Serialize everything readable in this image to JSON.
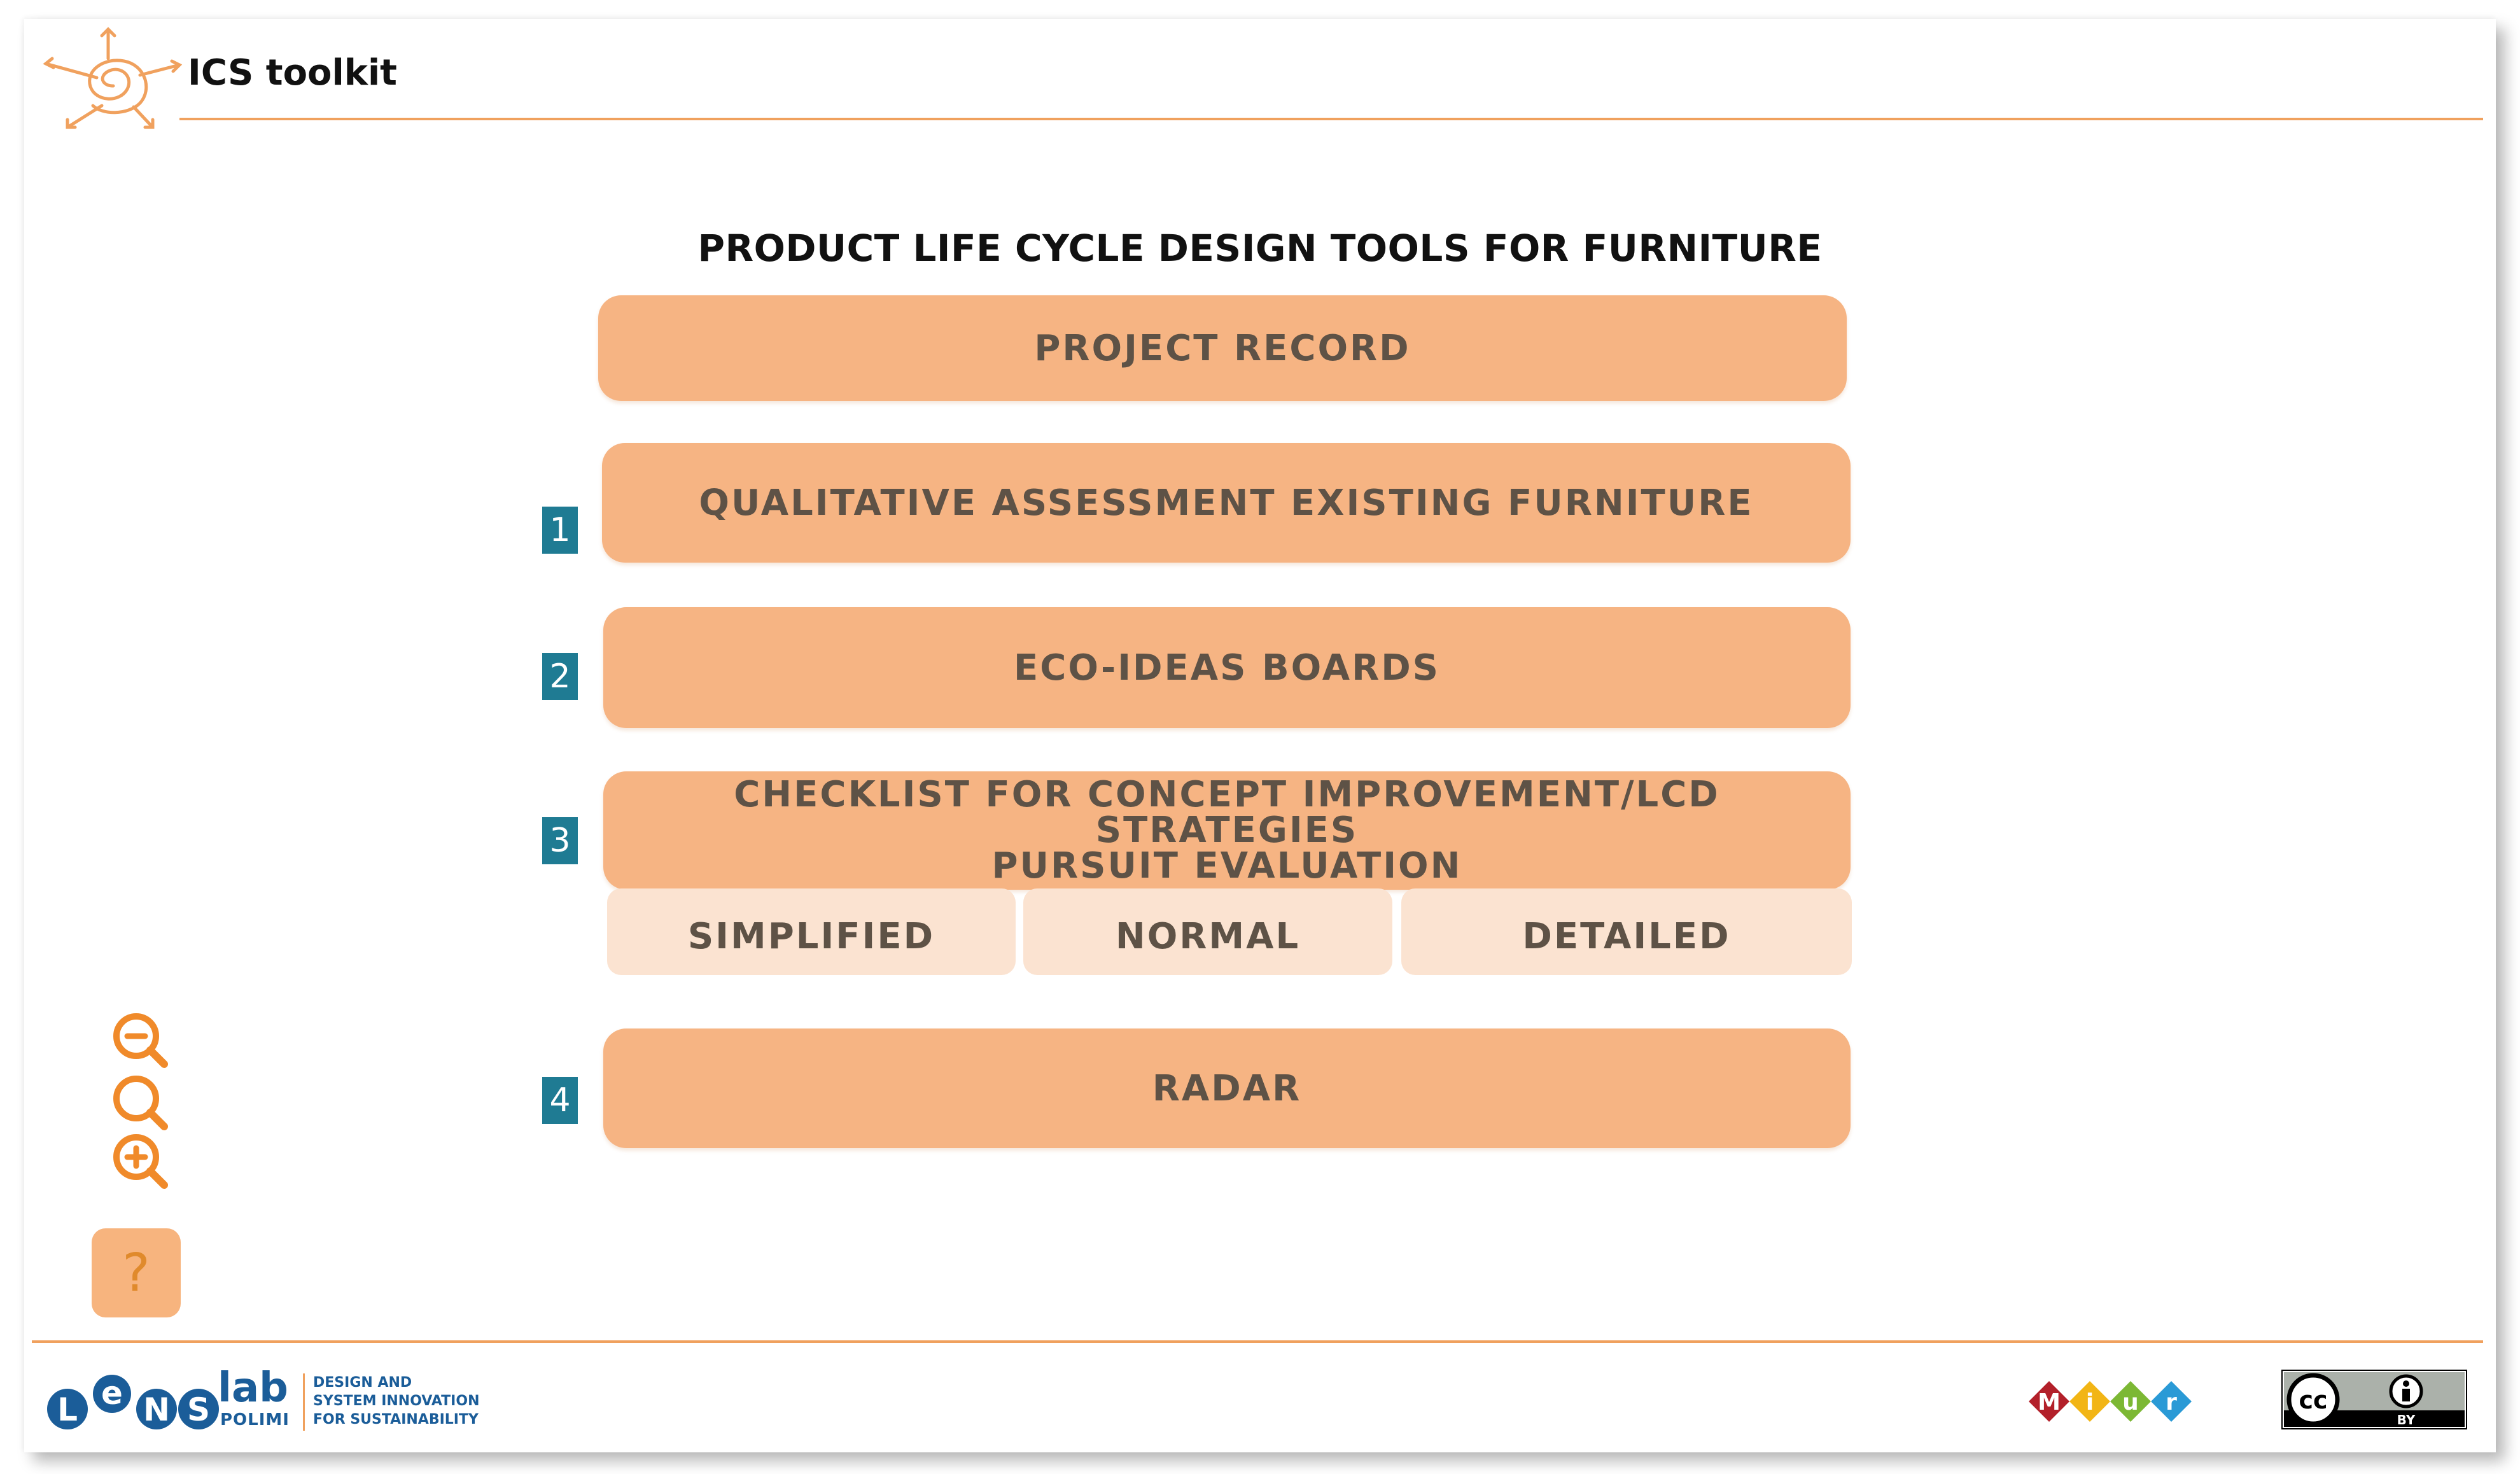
{
  "header": {
    "app_title": "ICS toolkit"
  },
  "main": {
    "title": "PRODUCT LIFE CYCLE DESIGN TOOLS FOR FURNITURE",
    "project_record": "PROJECT RECORD",
    "tools": [
      {
        "number": "1",
        "label": "QUALITATIVE ASSESSMENT EXISTING FURNITURE"
      },
      {
        "number": "2",
        "label": "ECO-IDEAS BOARDS"
      },
      {
        "number": "3",
        "label_line1": "CHECKLIST FOR CONCEPT IMPROVEMENT/LCD STRATEGIES",
        "label_line2": "PURSUIT EVALUATION"
      },
      {
        "number": "4",
        "label": "RADAR"
      }
    ],
    "checklist_levels": [
      "SIMPLIFIED",
      "NORMAL",
      "DETAILED"
    ]
  },
  "sidebar": {
    "zoom_icons": [
      "zoom-out-icon",
      "zoom-reset-icon",
      "zoom-in-icon"
    ],
    "help_label": "?"
  },
  "footer": {
    "lens_letters": [
      "L",
      "e",
      "N",
      "S"
    ],
    "lens_lab": "lab",
    "lens_polimi": "POLIMI",
    "lens_tagline": [
      "DESIGN AND",
      "SYSTEM INNOVATION",
      "FOR SUSTAINABILITY"
    ],
    "miur_letters": [
      "M",
      "i",
      "u",
      "r"
    ],
    "cc_label": "BY"
  },
  "colors": {
    "accent": "#f0a15e",
    "button": "#f6b483",
    "sub_button": "#fbe3d1",
    "number_badge": "#1f7b93",
    "button_text": "#5e5246"
  }
}
